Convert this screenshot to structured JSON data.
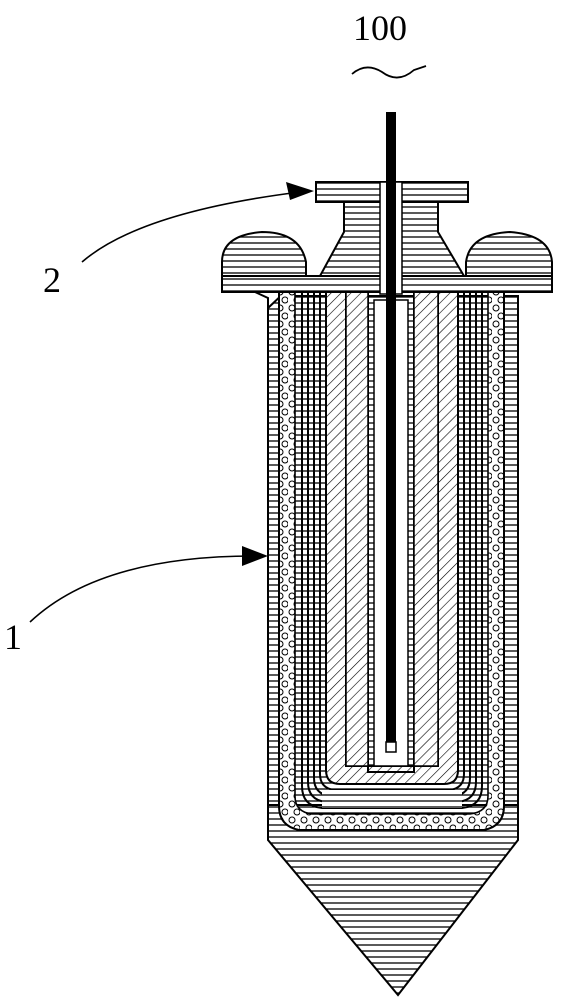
{
  "figure": {
    "labels": {
      "probe": "100",
      "cap": "2",
      "body": "1"
    },
    "colors": {
      "ink": "#000000",
      "paper": "#ffffff"
    }
  }
}
